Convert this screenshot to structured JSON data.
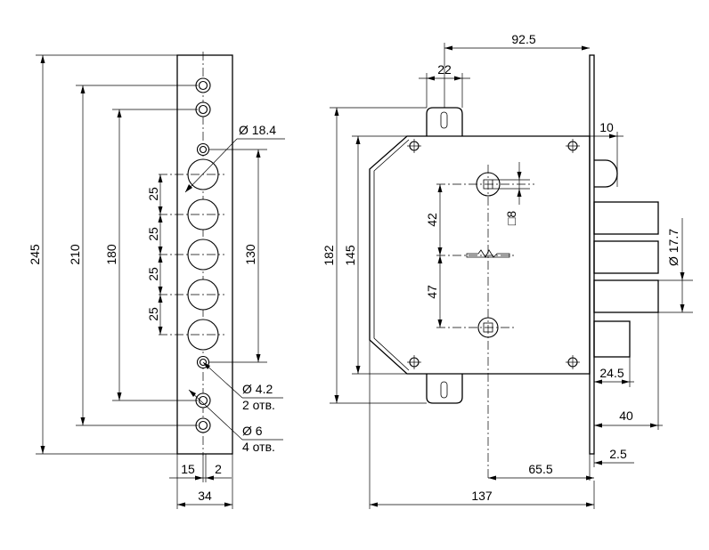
{
  "drawing": {
    "strike_plate": {
      "width": "34",
      "offset_15": "15",
      "offset_2": "2",
      "height_245": "245",
      "height_210": "210",
      "height_180": "180",
      "height_130": "130",
      "pitch_labels": [
        "25",
        "25",
        "25",
        "25"
      ],
      "big_hole": "Ø 18.4",
      "small_hole": "Ø 4.2",
      "small_hole_count": "2 отв.",
      "mount_hole": "Ø 6",
      "mount_hole_count": "4 отв."
    },
    "lock_body": {
      "top_92_5": "92.5",
      "top_22": "22",
      "faceplate_10": "10",
      "height_182": "182",
      "height_145": "145",
      "spacing_42": "42",
      "spacing_47": "47",
      "square_8": "□8",
      "bolt_diameter": "Ø 17.7",
      "latch_24_5": "24.5",
      "bolt_40": "40",
      "faceplate_2_5": "2.5",
      "backset_65_5": "65.5",
      "body_137": "137"
    }
  }
}
